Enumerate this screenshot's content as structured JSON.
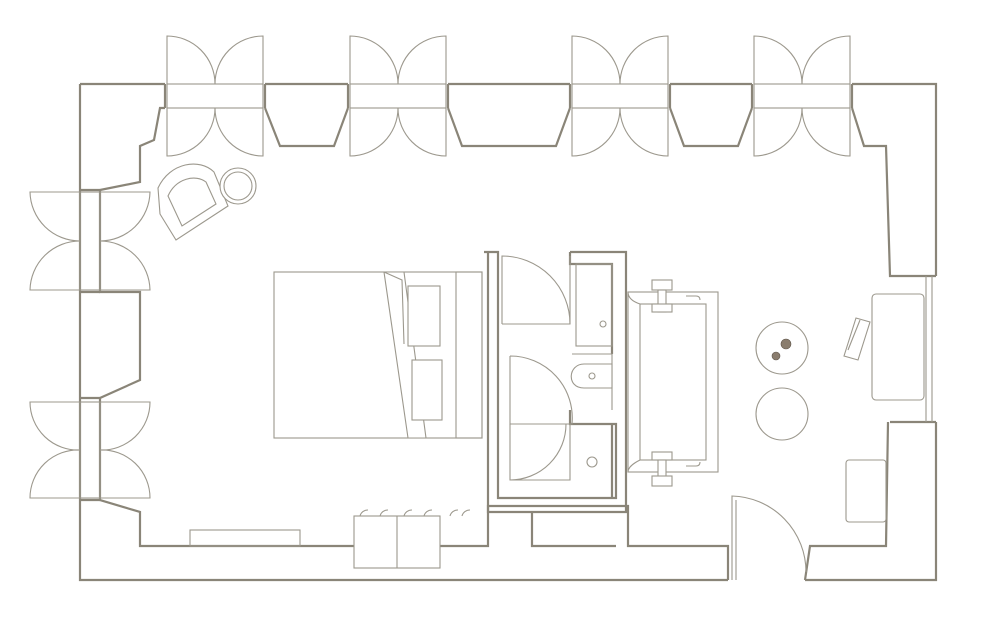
{
  "diagram": {
    "type": "architectural-floor-plan",
    "colors": {
      "background": "#ffffff",
      "wall": "#8a8578",
      "furniture": "#9c988d",
      "accent": "#8a7d6e"
    },
    "elements": [
      "exterior-walls",
      "french-windows",
      "double-bed",
      "lounge-armchair",
      "side-table",
      "bathroom",
      "toilet",
      "shower",
      "sofa",
      "round-coffee-table",
      "writing-desk",
      "entrance-door"
    ]
  }
}
